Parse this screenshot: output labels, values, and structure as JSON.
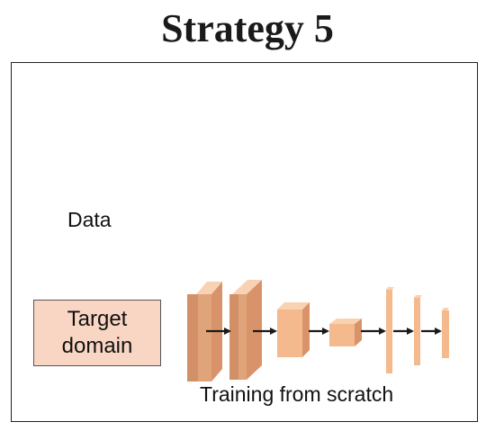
{
  "title": "Strategy 5",
  "diagram": {
    "data_label": "Data",
    "target_domain_label": "Target\ndomain",
    "caption": "Training from scratch",
    "network_icon": "cnn-layers-icon",
    "colors": {
      "layer_front": "#f4b98c",
      "layer_side": "#d9936a",
      "layer_top": "#f9d2b4",
      "target_fill": "#f9d6c3",
      "arrow": "#1a1a1a"
    }
  }
}
